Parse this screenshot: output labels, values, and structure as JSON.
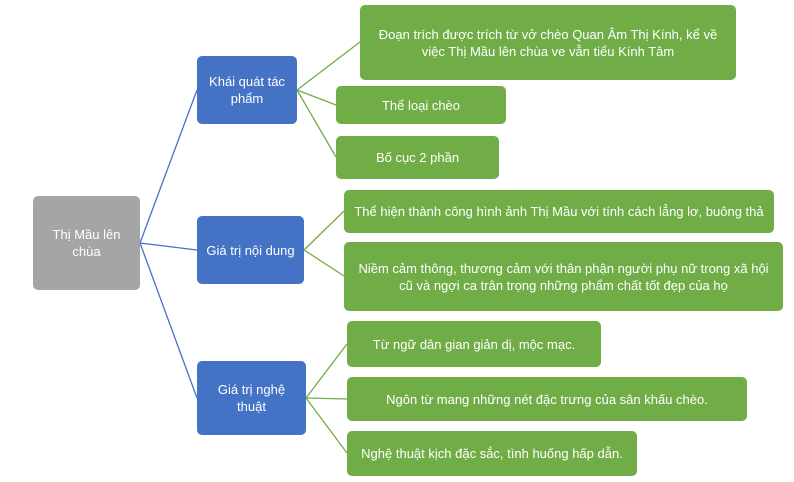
{
  "root": {
    "label": "Thị Mầu lên chùa"
  },
  "branches": [
    {
      "label": "Khái quát tác phẩm",
      "leaves": [
        "Đoạn trích được trích từ vở chèo Quan Âm Thị Kính, kể về việc Thị Mầu lên chùa ve vẫn tiểu Kính Tâm",
        "Thể loại chèo",
        "Bố cục 2 phần"
      ]
    },
    {
      "label": "Giá trị nội dung",
      "leaves": [
        "Thể hiện thành công hình ảnh Thị Mầu với tính cách lẳng lơ, buông thả",
        "Niềm cảm thông, thương cảm với thân phận người phụ nữ trong xã hội cũ và ngợi ca trân trọng những phẩm chất tốt đẹp của họ"
      ]
    },
    {
      "label": "Giá trị nghệ thuật",
      "leaves": [
        "Từ ngữ dân gian giản dị, mộc mạc.",
        "Ngôn từ mang những nét đặc trưng của sân khấu chèo.",
        "Nghệ thuật kịch đặc sắc, tình huống hấp dẫn."
      ]
    }
  ],
  "colors": {
    "root": "#a5a5a5",
    "branch": "#4472c4",
    "leaf": "#70ad47"
  }
}
